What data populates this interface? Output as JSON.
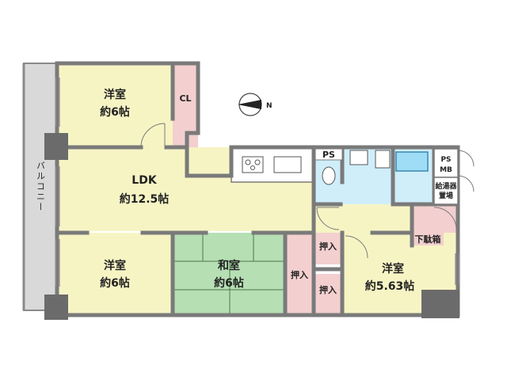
{
  "colors": {
    "wall": "#7a7a7a",
    "western_room": "#f7f4c4",
    "japanese_room": "#b6dfb4",
    "closet": "#f3cfcf",
    "water_area": "#cfeefa",
    "ldk": "#f7f4c4",
    "balcony": "#d9d9d9"
  },
  "rooms": {
    "western_top": {
      "name": "洋室",
      "size": "約6帖"
    },
    "cl": {
      "name": "CL"
    },
    "ldk": {
      "name": "LDK",
      "size": "約12.5帖"
    },
    "western_bottom": {
      "name": "洋室",
      "size": "約6帖"
    },
    "japanese": {
      "name": "和室",
      "size": "約6帖"
    },
    "oshiire_left": {
      "name": "押入"
    },
    "oshiire_top": {
      "name": "押入"
    },
    "oshiire_bottom": {
      "name": "押入"
    },
    "western_right": {
      "name": "洋室",
      "size": "約5.63帖"
    },
    "geta": {
      "name": "下駄箱"
    },
    "ps_top": {
      "name": "PS"
    },
    "ps_mb": {
      "line1": "PS",
      "line2": "MB"
    },
    "boiler": {
      "line1": "給湯器",
      "line2": "置場"
    },
    "balcony": {
      "name": "バルコニー"
    }
  },
  "compass": {
    "label": "N",
    "icon": "compass-icon"
  }
}
